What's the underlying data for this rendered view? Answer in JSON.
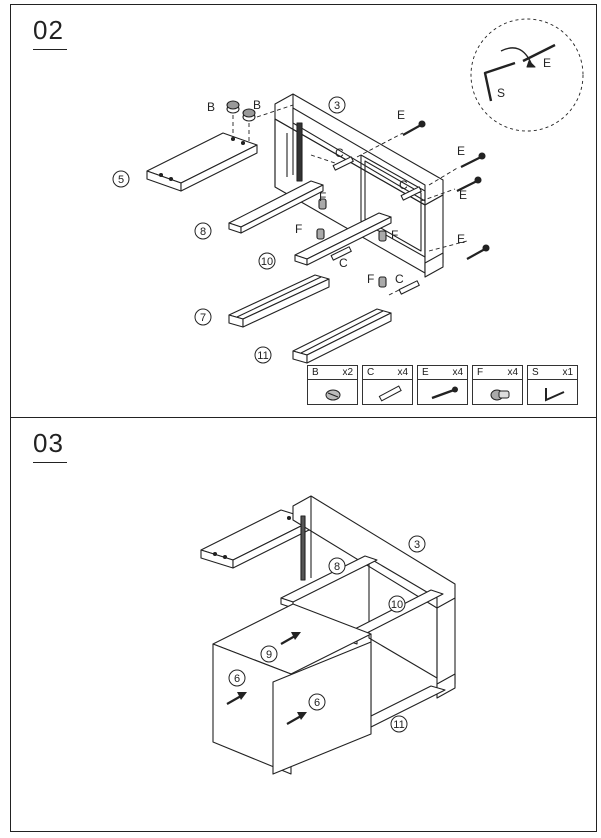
{
  "steps": [
    {
      "number": "02",
      "part_labels": {
        "p3": "3",
        "p5": "5",
        "p8": "8",
        "p10": "10",
        "p7": "7",
        "p11": "11"
      },
      "hardware_labels": {
        "b": "B",
        "c": "C",
        "e": "E",
        "f": "F",
        "s": "S"
      },
      "legend": [
        {
          "code": "B",
          "qty": "x2",
          "icon": "cam-lock-icon"
        },
        {
          "code": "C",
          "qty": "x4",
          "icon": "dowel-icon"
        },
        {
          "code": "E",
          "qty": "x4",
          "icon": "screw-icon"
        },
        {
          "code": "F",
          "qty": "x4",
          "icon": "cam-bolt-icon"
        },
        {
          "code": "S",
          "qty": "x1",
          "icon": "allen-key-icon"
        }
      ]
    },
    {
      "number": "03",
      "part_labels": {
        "p3": "3",
        "p8": "8",
        "p10": "10",
        "p9": "9",
        "p6a": "6",
        "p6b": "6",
        "p11": "11"
      }
    }
  ]
}
